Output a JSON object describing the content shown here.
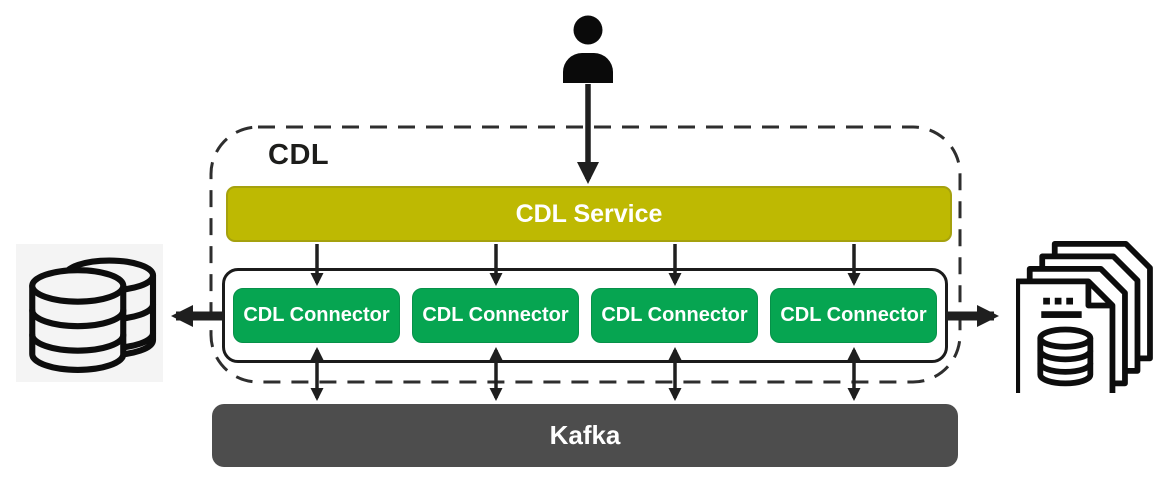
{
  "diagram": {
    "group_label": "CDL",
    "service": {
      "label": "CDL Service",
      "color": "#beb902",
      "text_color": "#ffffff"
    },
    "connectors": [
      {
        "label": "CDL Connector"
      },
      {
        "label": "CDL Connector"
      },
      {
        "label": "CDL Connector"
      },
      {
        "label": "CDL Connector"
      }
    ],
    "connector_color": "#06a551",
    "kafka": {
      "label": "Kafka",
      "color": "#4d4d4d",
      "text_color": "#ffffff"
    },
    "icons": {
      "top": "user-icon",
      "left": "database-stack-icon",
      "right": "documents-database-icon"
    },
    "flows": [
      {
        "from": "user",
        "to": "cdl-service",
        "direction": "down",
        "bidirectional": false
      },
      {
        "from": "cdl-service",
        "to": "cdl-connector",
        "direction": "down",
        "count": 4,
        "bidirectional": false
      },
      {
        "from": "cdl-connector",
        "to": "kafka",
        "direction": "vertical",
        "count": 4,
        "bidirectional": true
      },
      {
        "from": "cdl",
        "to": "database-stack",
        "direction": "left",
        "bidirectional": false
      },
      {
        "from": "cdl",
        "to": "documents-database",
        "direction": "right",
        "bidirectional": false
      }
    ],
    "colors": {
      "outline": "#1b1b1b",
      "dashed_boundary": "#2e2e2e",
      "arrow": "#1f1f1f",
      "left_icon_background": "#f4f4f4"
    }
  }
}
